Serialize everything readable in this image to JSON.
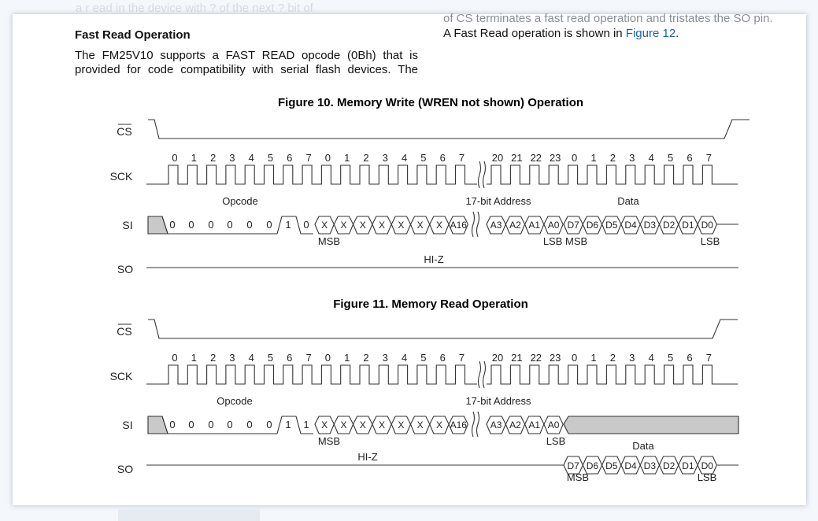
{
  "top_fragment": "a r ead in the device with ? of the next ? bit of",
  "heading": "Fast Read Operation",
  "paragraph": "The FM25V10 supports a FAST READ opcode (0Bh) that is provided for code compatibility with serial flash devices. The",
  "right_col": {
    "line1": "of CS terminates a fast read operation and tristates the SO pin.",
    "line2_prefix": "A Fast Read operation is shown in ",
    "line2_link": "Figure 12",
    "line2_suffix": "."
  },
  "fig10": {
    "title": "Figure 10.  Memory Write (WREN not shown) Operation",
    "signals": {
      "cs": "CS",
      "sck": "SCK",
      "si": "SI",
      "so": "SO"
    },
    "clock_numbers": [
      "0",
      "1",
      "2",
      "3",
      "4",
      "5",
      "6",
      "7",
      "0",
      "1",
      "2",
      "3",
      "4",
      "5",
      "6",
      "7",
      "20",
      "21",
      "22",
      "23",
      "0",
      "1",
      "2",
      "3",
      "4",
      "5",
      "6",
      "7"
    ],
    "opcode_label": "Opcode",
    "address_label": "17-bit Address",
    "data_label": "Data",
    "opcode_bits": [
      "0",
      "0",
      "0",
      "0",
      "0",
      "0",
      "1",
      "0"
    ],
    "addr_cells": [
      "X",
      "X",
      "X",
      "X",
      "X",
      "X",
      "X",
      "A16",
      "A3",
      "A2",
      "A1",
      "A0"
    ],
    "data_cells": [
      "D7",
      "D6",
      "D5",
      "D4",
      "D3",
      "D2",
      "D1",
      "D0"
    ],
    "msb": "MSB",
    "lsb": "LSB",
    "lsb_msb": "LSB MSB",
    "hiz": "HI-Z"
  },
  "fig11": {
    "title": "Figure 11.  Memory Read Operation",
    "signals": {
      "cs": "CS",
      "sck": "SCK",
      "si": "SI",
      "so": "SO"
    },
    "clock_numbers": [
      "0",
      "1",
      "2",
      "3",
      "4",
      "5",
      "6",
      "7",
      "0",
      "1",
      "2",
      "3",
      "4",
      "5",
      "6",
      "7",
      "20",
      "21",
      "22",
      "23",
      "0",
      "1",
      "2",
      "3",
      "4",
      "5",
      "6",
      "7"
    ],
    "opcode_label": "Opcode",
    "address_label": "17-bit Address",
    "data_label": "Data",
    "opcode_bits": [
      "0",
      "0",
      "0",
      "0",
      "0",
      "0",
      "1",
      "1"
    ],
    "addr_cells": [
      "X",
      "X",
      "X",
      "X",
      "X",
      "X",
      "X",
      "A16",
      "A3",
      "A2",
      "A1",
      "A0"
    ],
    "data_cells": [
      "D7",
      "D6",
      "D5",
      "D4",
      "D3",
      "D2",
      "D1",
      "D0"
    ],
    "msb": "MSB",
    "lsb": "LSB",
    "hiz": "HI-Z"
  },
  "colors": {
    "line": "#333333",
    "shade": "#c9c9c9",
    "link": "#1f5fae"
  }
}
